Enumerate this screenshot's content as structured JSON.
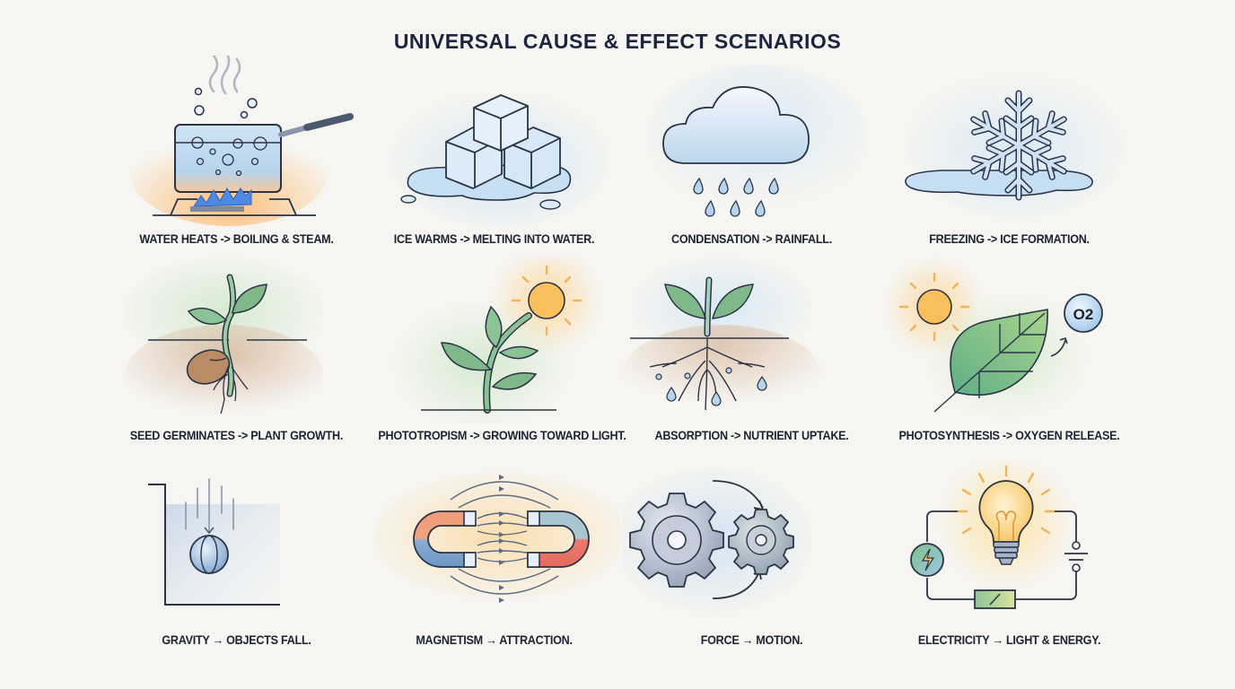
{
  "title": "UNIVERSAL CAUSE & EFFECT SCENARIOS",
  "colors": {
    "background": "#f6f5f1",
    "title": "#1b2540",
    "outline": "#2b3446",
    "water_blue": "#bcd9ef",
    "leaf_green": "#7fb98a",
    "sun_orange": "#f6b84b",
    "flame_blue": "#3f7fe0",
    "soil_brown": "#c9a488",
    "magnet_red": "#e9736a",
    "magnet_blue": "#7ea3cb",
    "gear_gray": "#a9b4c4"
  },
  "rows": [
    {
      "scenarios": [
        {
          "id": "boiling",
          "icon": "boiling-pot-icon",
          "caption": "WATER HEATS -> BOILING & STEAM."
        },
        {
          "id": "melting",
          "icon": "melting-ice-cubes-icon",
          "caption": "ICE WARMS -> MELTING INTO WATER."
        },
        {
          "id": "rainfall",
          "icon": "rain-cloud-icon",
          "caption": "CONDENSATION -> RAINFALL."
        },
        {
          "id": "freezing",
          "icon": "snowflake-icon",
          "caption": "FREEZING -> ICE FORMATION."
        }
      ]
    },
    {
      "scenarios": [
        {
          "id": "germination",
          "icon": "sprouting-seed-icon",
          "caption": "SEED GERMINATES -> PLANT GROWTH."
        },
        {
          "id": "phototropism",
          "icon": "plant-toward-sun-icon",
          "caption": "PHOTOTROPISM -> GROWING TOWARD LIGHT."
        },
        {
          "id": "absorption",
          "icon": "roots-absorbing-water-icon",
          "caption": "ABSORPTION -> NUTRIENT UPTAKE."
        },
        {
          "id": "photosynthesis",
          "icon": "leaf-oxygen-icon",
          "caption": "PHOTOSYNTHESIS -> OXYGEN RELEASE.",
          "badge": "O2"
        }
      ]
    },
    {
      "scenarios": [
        {
          "id": "gravity",
          "icon": "falling-ball-icon",
          "caption": "GRAVITY → OBJECTS FALL."
        },
        {
          "id": "magnetism",
          "icon": "magnets-field-icon",
          "caption": "MAGNETISM → ATTRACTION."
        },
        {
          "id": "force",
          "icon": "gears-rotation-icon",
          "caption": "FORCE → MOTION."
        },
        {
          "id": "electricity",
          "icon": "light-bulb-circuit-icon",
          "caption": "ELECTRICITY → LIGHT & ENERGY."
        }
      ]
    }
  ]
}
